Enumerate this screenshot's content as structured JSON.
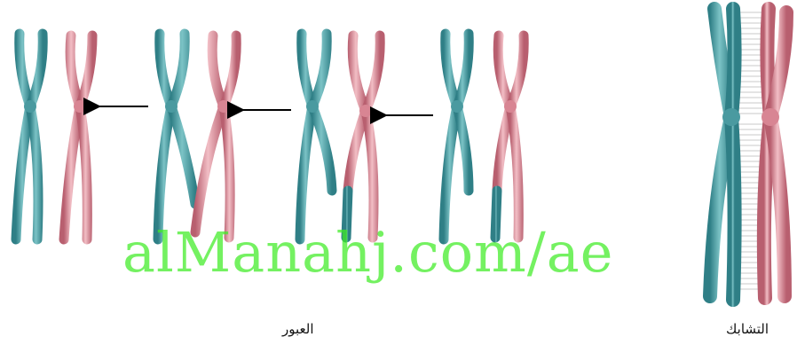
{
  "labels": {
    "crossing_over": "العبور",
    "synapsis": "التشابك"
  },
  "watermark": "alManahj.com/ae",
  "colors": {
    "teal": "#5aa8ad",
    "teal_dark": "#2f7f86",
    "pink": "#e39aa5",
    "pink_dark": "#b85f6f",
    "arrow": "#000000",
    "watermark": "#3eeb24"
  },
  "icons": [
    "arrow-left-icon",
    "chromosome-icon"
  ]
}
